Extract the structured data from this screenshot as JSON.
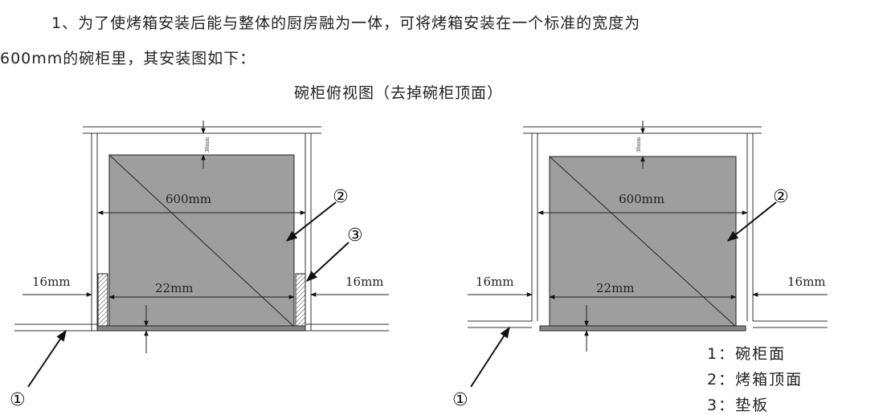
{
  "text": {
    "line1": "1、为了使烤箱安装后能与整体的厨房融为一体，可将烤箱安装在一个标准的宽度为",
    "line2": "600mm的碗柜里，其安装图如下：",
    "caption": "碗柜俯视图（去掉碗柜顶面）"
  },
  "diagram": {
    "width_label": "600mm",
    "side_label": "16mm",
    "gap_label": "22mm",
    "top_gap_label": "30mm",
    "callout_1": "①",
    "callout_2": "②",
    "callout_3": "③"
  },
  "legend": [
    {
      "label": "1：碗柜面"
    },
    {
      "label": "2：烤箱顶面"
    },
    {
      "label": "3：垫板"
    }
  ]
}
